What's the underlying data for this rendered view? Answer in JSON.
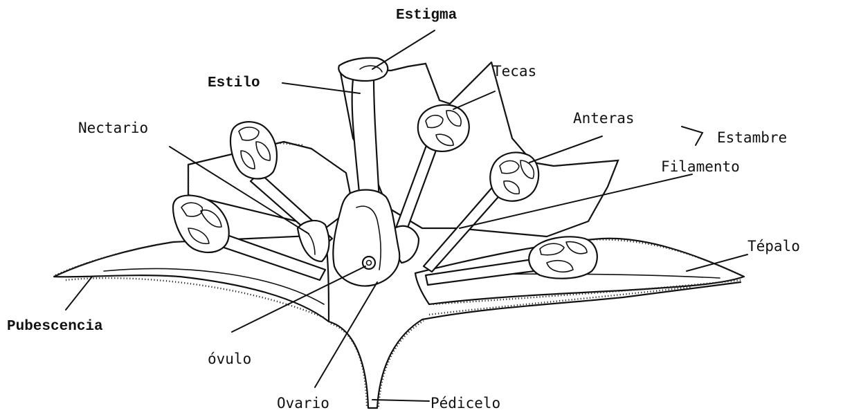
{
  "diagram": {
    "labels": {
      "estigma": "Estigma",
      "estilo": "Estilo",
      "tecas": "Tecas",
      "nectario": "Nectario",
      "anteras": "Anteras",
      "estambre": "Estambre",
      "filamento": "Filamento",
      "tepalo": "Tépalo",
      "pubescencia": "Pubescencia",
      "ovulo": "óvulo",
      "ovario": "Ovario",
      "pedicelo": "Pédicelo"
    },
    "ink_color": "#111111",
    "background_color": "#ffffff"
  }
}
